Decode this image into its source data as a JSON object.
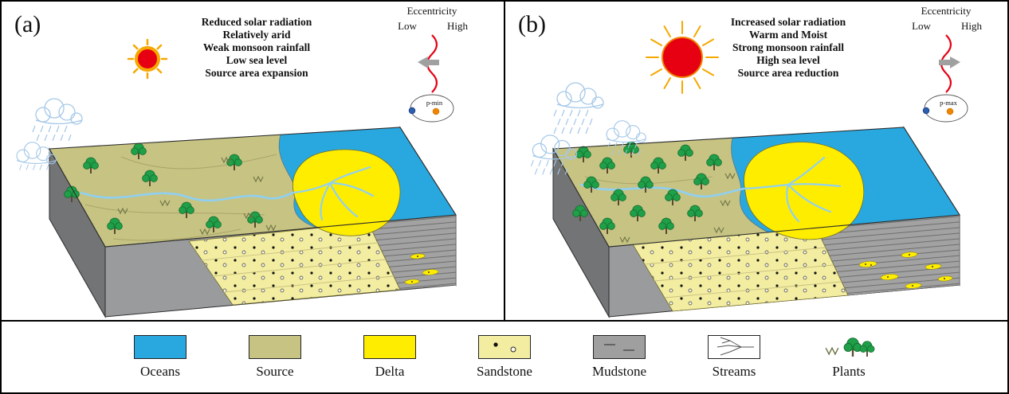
{
  "panels": [
    {
      "label": "(a)",
      "description_lines": [
        "Reduced solar radiation",
        "Relatively arid",
        "Weak monsoon rainfall",
        "Low sea level",
        "Source area expansion"
      ],
      "eccentricity": {
        "title": "Eccentricity",
        "low_label": "Low",
        "high_label": "High",
        "orbit_label": "p-min"
      }
    },
    {
      "label": "(b)",
      "description_lines": [
        "Increased solar radiation",
        "Warm and Moist",
        "Strong monsoon rainfall",
        "High sea level",
        "Source area reduction"
      ],
      "eccentricity": {
        "title": "Eccentricity",
        "low_label": "Low",
        "high_label": "High",
        "orbit_label": "p-max"
      }
    }
  ],
  "legend": {
    "items": [
      {
        "label": "Oceans"
      },
      {
        "label": "Source"
      },
      {
        "label": "Delta"
      },
      {
        "label": "Sandstone"
      },
      {
        "label": "Mudstone"
      },
      {
        "label": "Streams"
      },
      {
        "label": "Plants"
      }
    ]
  },
  "colors": {
    "ocean": "#29a8e0",
    "source": "#c6c383",
    "delta": "#ffed00",
    "sandstone": "#f2eda0",
    "mudstone": "#9f9f9f",
    "front_gray": "#9a9b9d",
    "left_gray": "#737476",
    "sun_red": "#e60012",
    "ray_orange": "#f6a800",
    "tree_green": "#1fa048",
    "rain_blue": "#a5c8e8",
    "wave_red": "#e60012"
  }
}
